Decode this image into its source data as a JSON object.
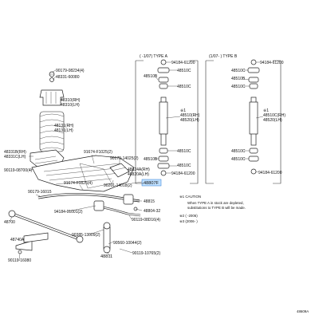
{
  "callouts": {
    "c90179_08234": "90179-08234(4)",
    "c48331_60080": "48331-60080",
    "c48310": "48310(RH)",
    "c48310l": "48310(LH)",
    "c48131": "48131(RH)",
    "c48131l": "48131(LH)",
    "c48331b": "48331B(RH)",
    "c48331c": "48331C(LH)",
    "c90119_08700": "90119-08700(4)",
    "c91674_f1025": "91674-F1025(2)",
    "c90179_14025": "90179-14025(2)",
    "c90179_16015": "90179-16015",
    "c91674_f0825": "91674-F0825(4)",
    "c90201_14018": "90201-14018(2)",
    "c48824a": "48824A(RH)",
    "c48820a": "48820A(LH)",
    "c48807": "48807F",
    "c48815": "48815",
    "c48804_32": "48804-32",
    "c90119_08d16": "90119-08D16(4)",
    "c94184_01001": "94184-01001(2)",
    "c48700": "48700",
    "c48740a": "48740A",
    "c90119_16080": "90119-16080",
    "c90385_13009": "90385-13009(2)",
    "c90560_10044": "90560-10044(2)",
    "c48811": "48811",
    "c90119_10765": "90119-10765(2)"
  },
  "type_a": {
    "header": "( -1/07) TYPE A",
    "top_bolt": "94184-61200",
    "p48510c_1": "48510C",
    "p48510c_2": "48510C",
    "p48510b": "48510B",
    "shock_rh": "48510(RH)",
    "shock_lh": "48520(LH)",
    "p48510c_3": "48510C",
    "p48510b_2": "48510B",
    "p48510c_4": "48510C",
    "bottom_bolt": "94184-61200",
    "mark": "※1"
  },
  "type_b": {
    "header": "(1/07- ) TYPE B",
    "top_bolt": "94184-61200",
    "p48510c_1": "48510C",
    "p48510b": "48510B",
    "p48510c_2": "48510C",
    "shock_rh": "48510C(RH)",
    "shock_lh": "48520(LH)",
    "p48510c_3": "48510C",
    "p48510c_4": "48510C",
    "bottom_bolt": "94184-61200",
    "mark": "※1"
  },
  "notes": {
    "line1": "※1  CAUTION",
    "line2": "When TYPE A in stock are depleted,",
    "line3": "substitutions to TYPE B will be made.",
    "line4": "※2  ( -2006)",
    "line5": "※3  (2006- )"
  },
  "figure_id": "48609A",
  "highlight_color": "#bfe0ff"
}
